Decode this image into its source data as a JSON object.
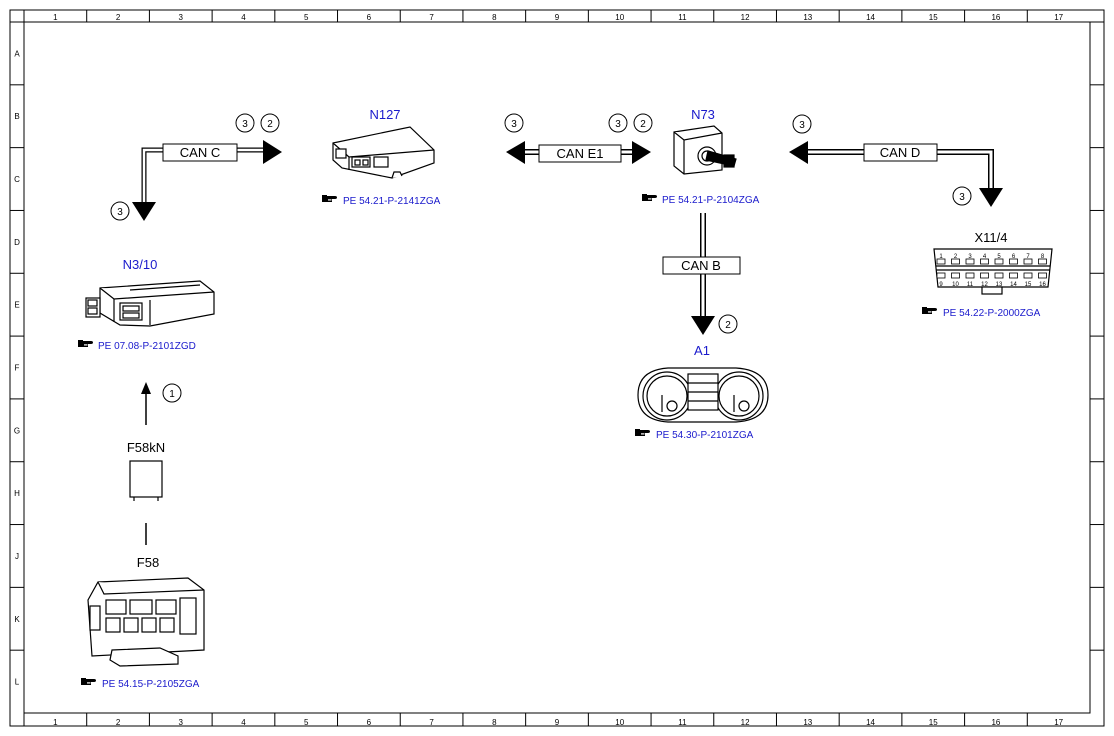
{
  "frame": {
    "columns": [
      "1",
      "2",
      "3",
      "4",
      "5",
      "6",
      "7",
      "8",
      "9",
      "10",
      "11",
      "12",
      "13",
      "14",
      "15",
      "16",
      "17"
    ],
    "rows": [
      "A",
      "B",
      "C",
      "D",
      "E",
      "F",
      "G",
      "H",
      "J",
      "K",
      "L"
    ]
  },
  "components": {
    "n310": {
      "name": "N3/10",
      "ref": "PE 07.08-P-2101ZGD"
    },
    "n127": {
      "name": "N127",
      "ref": "PE 54.21-P-2141ZGA"
    },
    "n73": {
      "name": "N73",
      "ref": "PE 54.21-P-2104ZGA"
    },
    "x114": {
      "name": "X11/4",
      "ref": "PE 54.22-P-2000ZGA",
      "pins_top": [
        "1",
        "2",
        "3",
        "4",
        "5",
        "6",
        "7",
        "8"
      ],
      "pins_bottom": [
        "9",
        "10",
        "11",
        "12",
        "13",
        "14",
        "15",
        "16"
      ]
    },
    "a1": {
      "name": "A1",
      "ref": "PE 54.30-P-2101ZGA"
    },
    "f58kn": {
      "name": "F58kN"
    },
    "f58": {
      "name": "F58",
      "ref": "PE 54.15-P-2105ZGA"
    }
  },
  "buses": {
    "can_c": "CAN C",
    "can_e1": "CAN E1",
    "can_d": "CAN D",
    "can_b": "CAN B"
  },
  "markers": {
    "c_3a": "3",
    "c_2a": "2",
    "c_3b": "3",
    "e1_3a": "3",
    "e1_3b": "3",
    "e1_2": "2",
    "d_3a": "3",
    "d_3b": "3",
    "b_2": "2",
    "f_1": "1"
  },
  "icons": {
    "ref_pointer": "pointing-hand-icon"
  }
}
